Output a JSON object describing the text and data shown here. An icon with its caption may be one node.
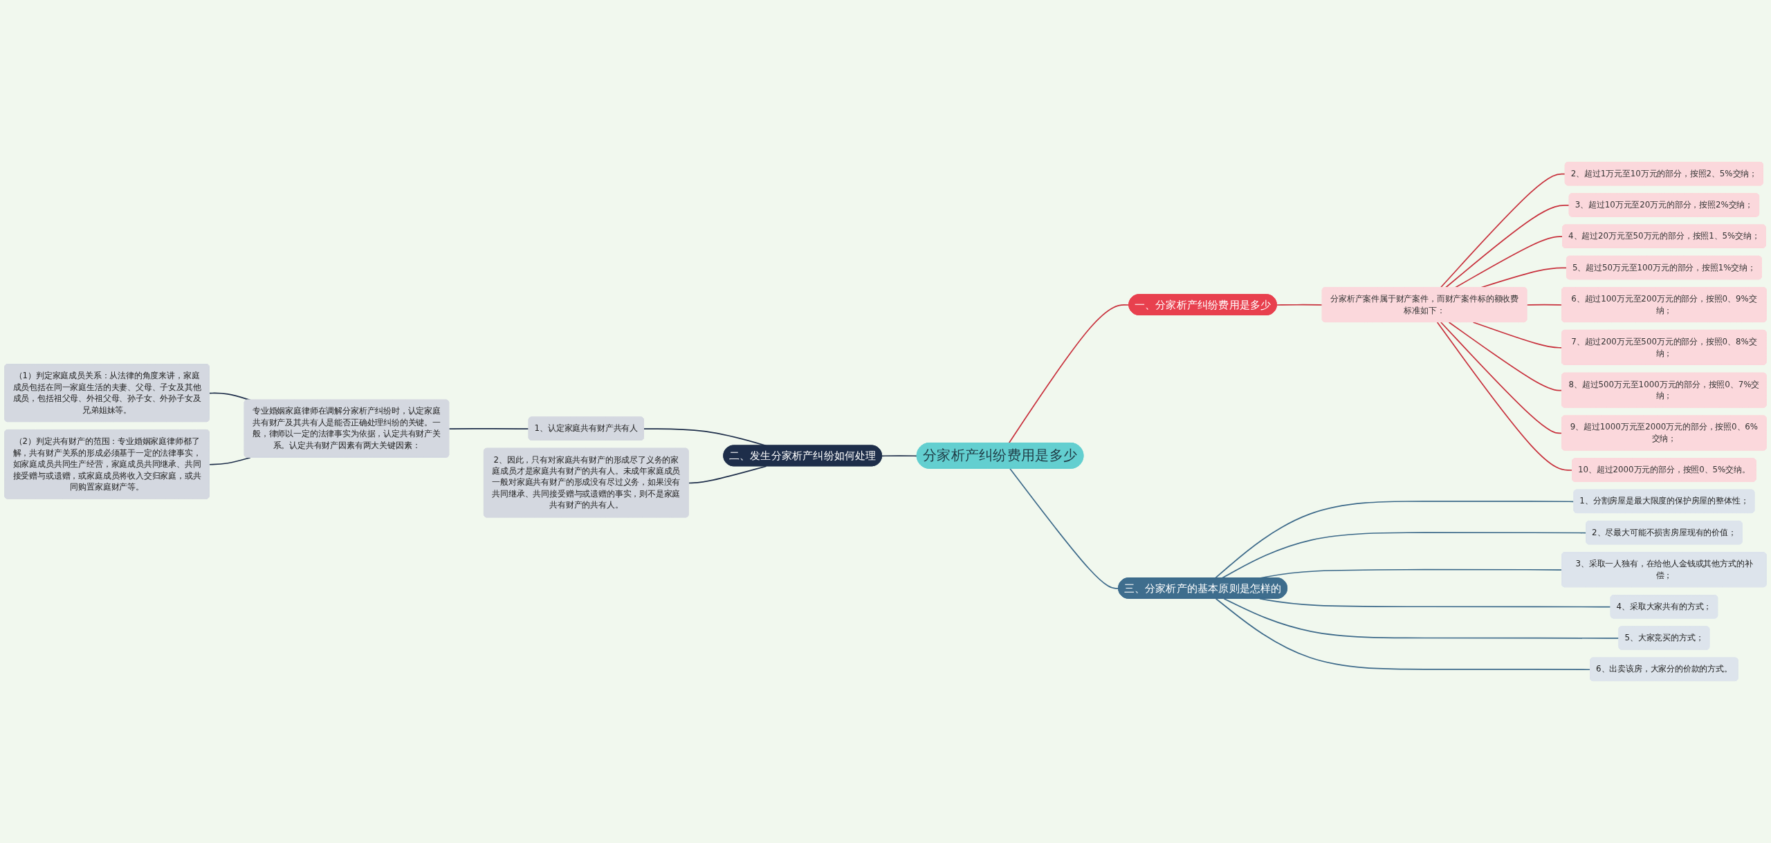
{
  "diagram": {
    "nodes": [
      {
        "text": [
          "分家析产纠纷费用是多少"
        ]
      },
      {
        "text": [
          "一、分家析产纠纷费用是多少"
        ]
      },
      {
        "text": [
          "分家析产案件属于财产案件，而财产案件标的额收费标准如下："
        ]
      },
      {
        "text": [
          "2、超过1万元至10万元的部分，按照2、5%交纳；"
        ]
      },
      {
        "text": [
          "3、超过10万元至20万元的部分，按照2%交纳；"
        ]
      },
      {
        "text": [
          "4、超过20万元至50万元的部分，按照1、5%交纳；"
        ]
      },
      {
        "text": [
          "5、超过50万元至100万元的部分，按照1%交纳；"
        ]
      },
      {
        "text": [
          "6、超过100万元至200万元的部分，按照0、9%交纳；"
        ]
      },
      {
        "text": [
          "7、超过200万元至500万元的部分，按照0、8%交纳；"
        ]
      },
      {
        "text": [
          "8、超过500万元至1000万元的部分，按照0、7%交纳；"
        ]
      },
      {
        "text": [
          "9、超过1000万元至2000万元的部分，按照0、6%交纳；"
        ]
      },
      {
        "text": [
          "10、超过2000万元的部分，按照0、5%交纳。"
        ]
      },
      {
        "text": [
          "二、发生分家析产纠纷如何处理"
        ]
      },
      {
        "text": [
          "1、认定家庭共有财产共有人"
        ]
      },
      {
        "text": [
          "专业婚姻家庭律师在调解分家析产纠纷时，认定家庭共有财产及其共有人是能否正确处理纠纷的关键。一般，律师以一定的法律事实为依据，认定共有财产关系。认定共有财产因素有两大关键因素："
        ]
      },
      {
        "text": [
          "（1）判定家庭成员关系：从法律的角度来讲，家庭成员包括在同一家庭生活的夫妻、父母、子女及其他成员，包括祖父母、外祖父母、孙子女、外孙子女及兄弟姐妹等。"
        ]
      },
      {
        "text": [
          "（2）判定共有财产的范围：专业婚姻家庭律师都了解，共有财产关系的形成必须基于一定的法律事实，如家庭成员共同生产经营，家庭成员共同继承、共同接受赠与或遗赠，或家庭成员将收入交归家庭，或共同购置家庭财产等。"
        ]
      },
      {
        "text": [
          "2、因此，只有对家庭共有财产的形成尽了义务的家庭成员才是家庭共有财产的共有人。未成年家庭成员一般对家庭共有财产的形成没有尽过义务，如果没有共同继承、共同接受赠与或遗赠的事实，则不是家庭共有财产的共有人。"
        ]
      },
      {
        "text": [
          "三、分家析产的基本原则是怎样的"
        ]
      },
      {
        "text": [
          "1、分割房屋是最大限度的保护房屋的整体性；"
        ]
      },
      {
        "text": [
          "2、尽最大可能不损害房屋现有的价值；"
        ]
      },
      {
        "text": [
          "3、采取一人独有，在给他人金钱或其他方式的补偿；"
        ]
      },
      {
        "text": [
          "4、采取大家共有的方式；"
        ]
      },
      {
        "text": [
          "5、大家竞买的方式；"
        ]
      },
      {
        "text": [
          "6、出卖该房，大家分的价款的方式。"
        ]
      }
    ],
    "edges": [
      {
        "from": 0,
        "to": 1,
        "arrow": "none",
        "color": "#c8303c"
      },
      {
        "from": 1,
        "to": 2,
        "arrow": "none",
        "color": "#c8303c"
      },
      {
        "from": 2,
        "to": 3,
        "arrow": "none",
        "color": "#c8303c"
      },
      {
        "from": 2,
        "to": 4,
        "arrow": "none",
        "color": "#c8303c"
      },
      {
        "from": 2,
        "to": 5,
        "arrow": "none",
        "color": "#c8303c"
      },
      {
        "from": 2,
        "to": 6,
        "arrow": "none",
        "color": "#c8303c"
      },
      {
        "from": 2,
        "to": 7,
        "arrow": "none",
        "color": "#c8303c"
      },
      {
        "from": 2,
        "to": 8,
        "arrow": "none",
        "color": "#c8303c"
      },
      {
        "from": 2,
        "to": 9,
        "arrow": "none",
        "color": "#c8303c"
      },
      {
        "from": 2,
        "to": 10,
        "arrow": "none",
        "color": "#c8303c"
      },
      {
        "from": 2,
        "to": 11,
        "arrow": "none",
        "color": "#c8303c"
      },
      {
        "from": 0,
        "to": 12,
        "arrow": "none",
        "color": "#1e2e4a"
      },
      {
        "from": 12,
        "to": 13,
        "arrow": "none",
        "color": "#1e2e4a"
      },
      {
        "from": 13,
        "to": 14,
        "arrow": "none",
        "color": "#1e2e4a"
      },
      {
        "from": 14,
        "to": 15,
        "arrow": "none",
        "color": "#1e2e4a"
      },
      {
        "from": 14,
        "to": 16,
        "arrow": "none",
        "color": "#1e2e4a"
      },
      {
        "from": 12,
        "to": 17,
        "arrow": "none",
        "color": "#1e2e4a"
      },
      {
        "from": 0,
        "to": 18,
        "arrow": "none",
        "color": "#3d6a8a"
      },
      {
        "from": 18,
        "to": 19,
        "arrow": "none",
        "color": "#3d6a8a"
      },
      {
        "from": 18,
        "to": 20,
        "arrow": "none",
        "color": "#3d6a8a"
      },
      {
        "from": 18,
        "to": 21,
        "arrow": "none",
        "color": "#3d6a8a"
      },
      {
        "from": 18,
        "to": 22,
        "arrow": "none",
        "color": "#3d6a8a"
      },
      {
        "from": 18,
        "to": 23,
        "arrow": "none",
        "color": "#3d6a8a"
      },
      {
        "from": 18,
        "to": 24,
        "arrow": "none",
        "color": "#3d6a8a"
      }
    ]
  }
}
